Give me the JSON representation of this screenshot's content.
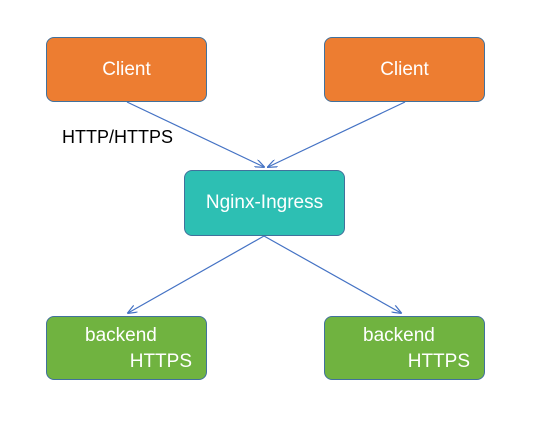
{
  "diagram": {
    "nodes": {
      "client_left": {
        "label": "Client"
      },
      "client_right": {
        "label": "Client"
      },
      "ingress": {
        "label": "Nginx-Ingress"
      },
      "backend_left": {
        "line1": "backend",
        "line2": "HTTPS"
      },
      "backend_right": {
        "line1": "backend",
        "line2": "HTTPS"
      }
    },
    "edge_label": "HTTP/HTTPS",
    "colors": {
      "client": "#ed7d31",
      "ingress": "#2dbfb3",
      "backend": "#70b340",
      "border": "#41719c",
      "arrow": "#4472c4"
    }
  }
}
